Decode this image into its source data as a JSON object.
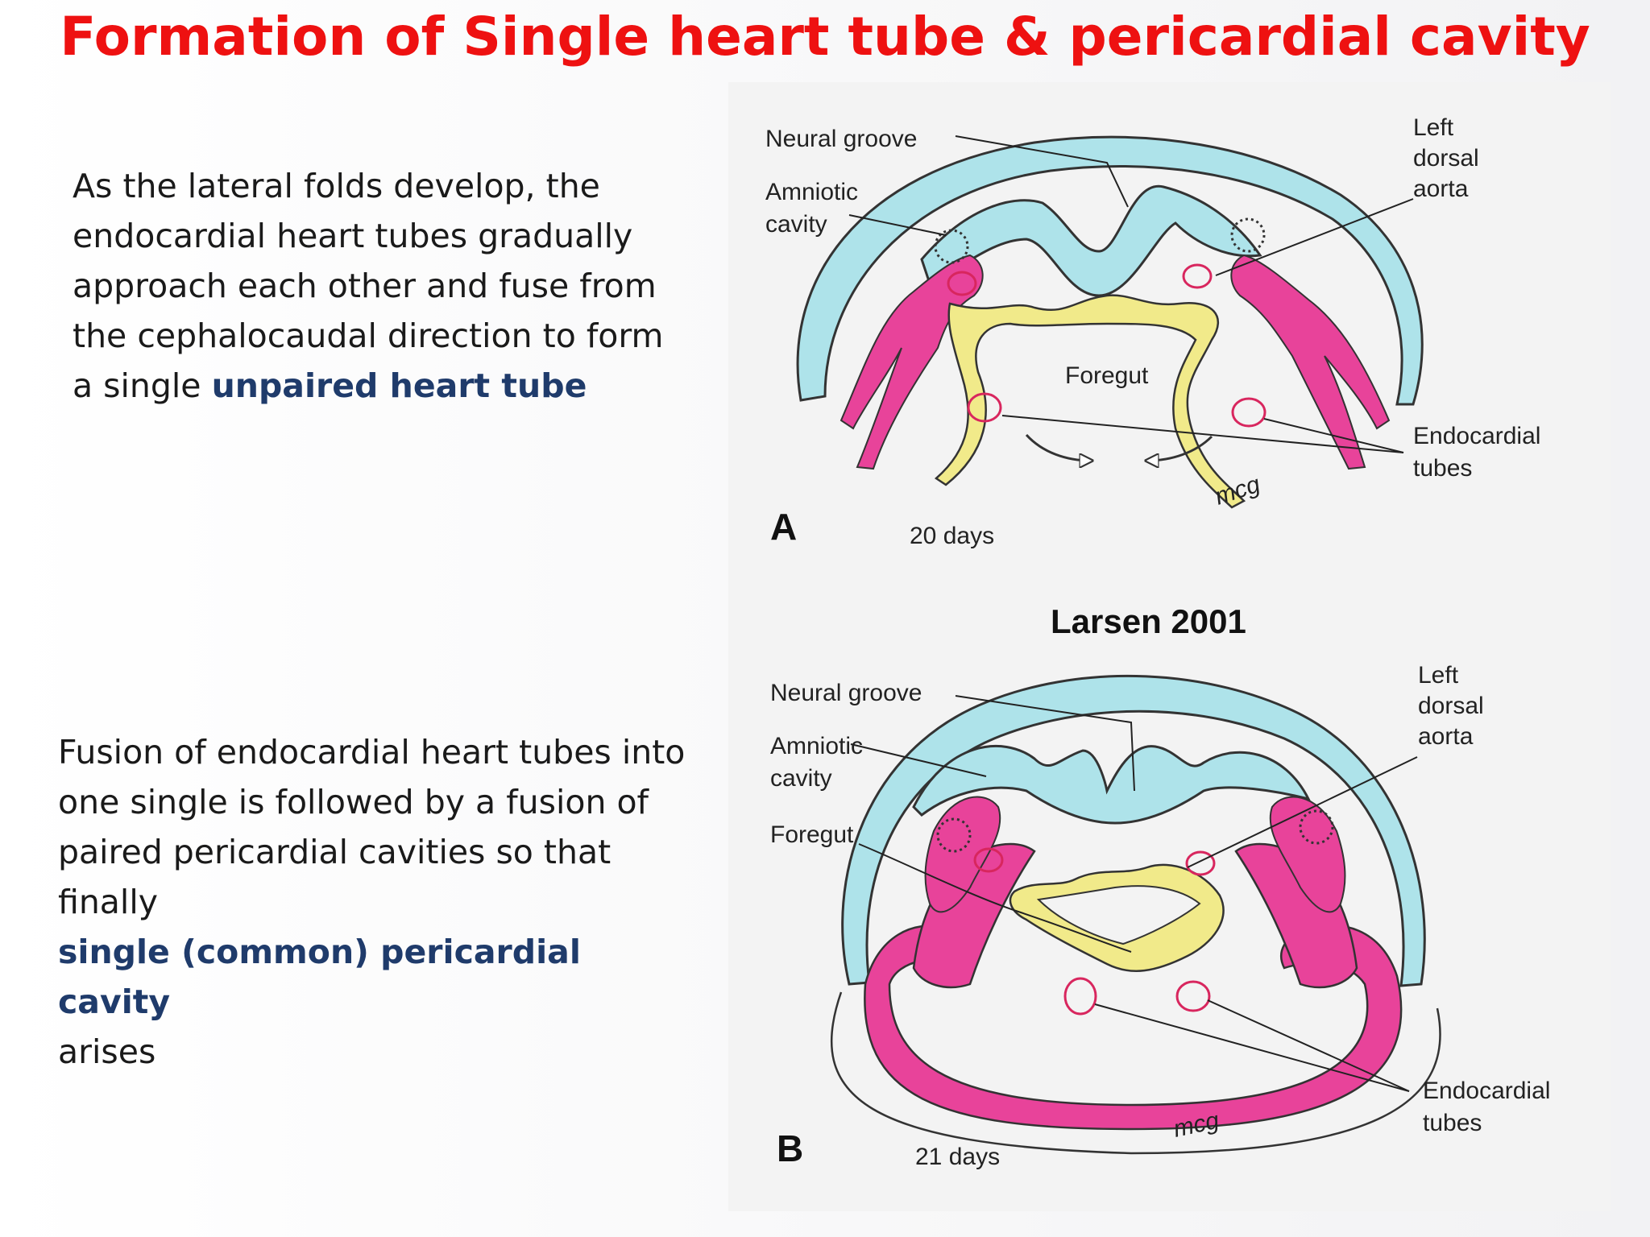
{
  "title": "Formation of Single heart tube  & pericardial cavity",
  "paragraph1": {
    "text": "As the lateral folds develop, the endocardial heart tubes gradually approach each other and fuse from the cephalocaudal direction to form a single ",
    "highlight": "unpaired heart tube"
  },
  "paragraph2": {
    "text": "Fusion of endocardial heart tubes into one single is followed by a fusion of paired pericardial cavities so that finally ",
    "highlight": "single (common) pericardial cavity",
    "tail": "arises"
  },
  "figure": {
    "credit": "Larsen 2001",
    "panelA": {
      "letter": "A",
      "age": "20 days",
      "labels": {
        "neural_groove": "Neural groove",
        "amniotic_line1": "Amniotic",
        "amniotic_line2": "cavity",
        "left_line1": "Left",
        "left_line2": "dorsal",
        "left_line3": "aorta",
        "foregut": "Foregut",
        "endo_line1": "Endocardial",
        "endo_line2": "tubes",
        "signature": "mcg"
      }
    },
    "panelB": {
      "letter": "B",
      "age": "21 days",
      "labels": {
        "neural_groove": "Neural groove",
        "amniotic_line1": "Amniotic",
        "amniotic_line2": "cavity",
        "left_line1": "Left",
        "left_line2": "dorsal",
        "left_line3": "aorta",
        "foregut": "Foregut",
        "endo_line1": "Endocardial",
        "endo_line2": "tubes",
        "signature": "mcg"
      }
    },
    "colors": {
      "ectoderm": "#aee3ea",
      "mesoderm": "#e8439a",
      "endoderm": "#f1ea8a",
      "outline": "#333333",
      "tube": "#d8265e"
    }
  }
}
